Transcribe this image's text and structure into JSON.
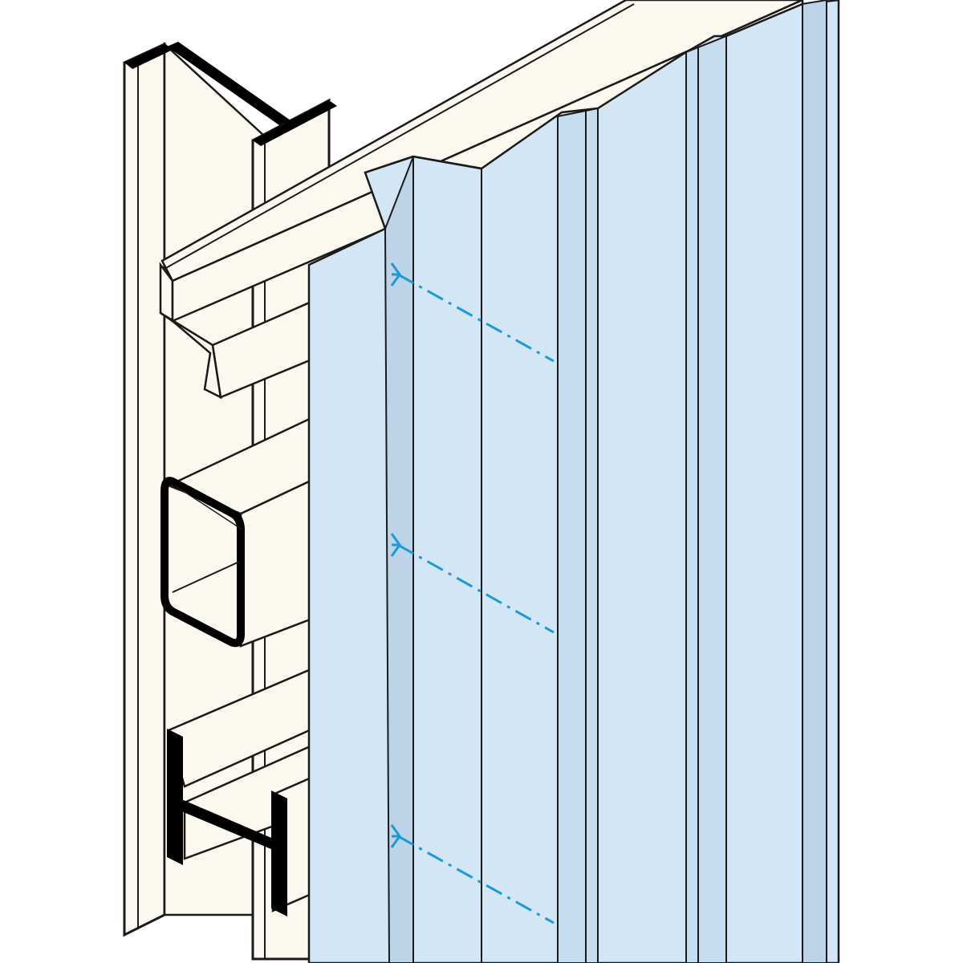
{
  "diagram": {
    "subject": "profiled-metal-cladding-on-steel-sections",
    "colors": {
      "background": "#ffffff",
      "steel_fill": "#fbf8f0",
      "steel_stroke": "#1a1a1a",
      "section_cut": "#000000",
      "sheet_face": "#d3e6f6",
      "sheet_shade": "#bcd3e8",
      "sheet_stroke": "#1a1a1a",
      "fastener": "#1a9ad6"
    },
    "components": {
      "vertical_i_column": "steel-i-column",
      "z_purlin": "z-purlin",
      "rectangular_hollow_section": "rectangular-hollow-section",
      "horizontal_i_beam": "h-section-rail",
      "cladding": "trapezoidal-profiled-sheet",
      "fixings": "fastener-lines"
    },
    "fastener_count": 3
  }
}
